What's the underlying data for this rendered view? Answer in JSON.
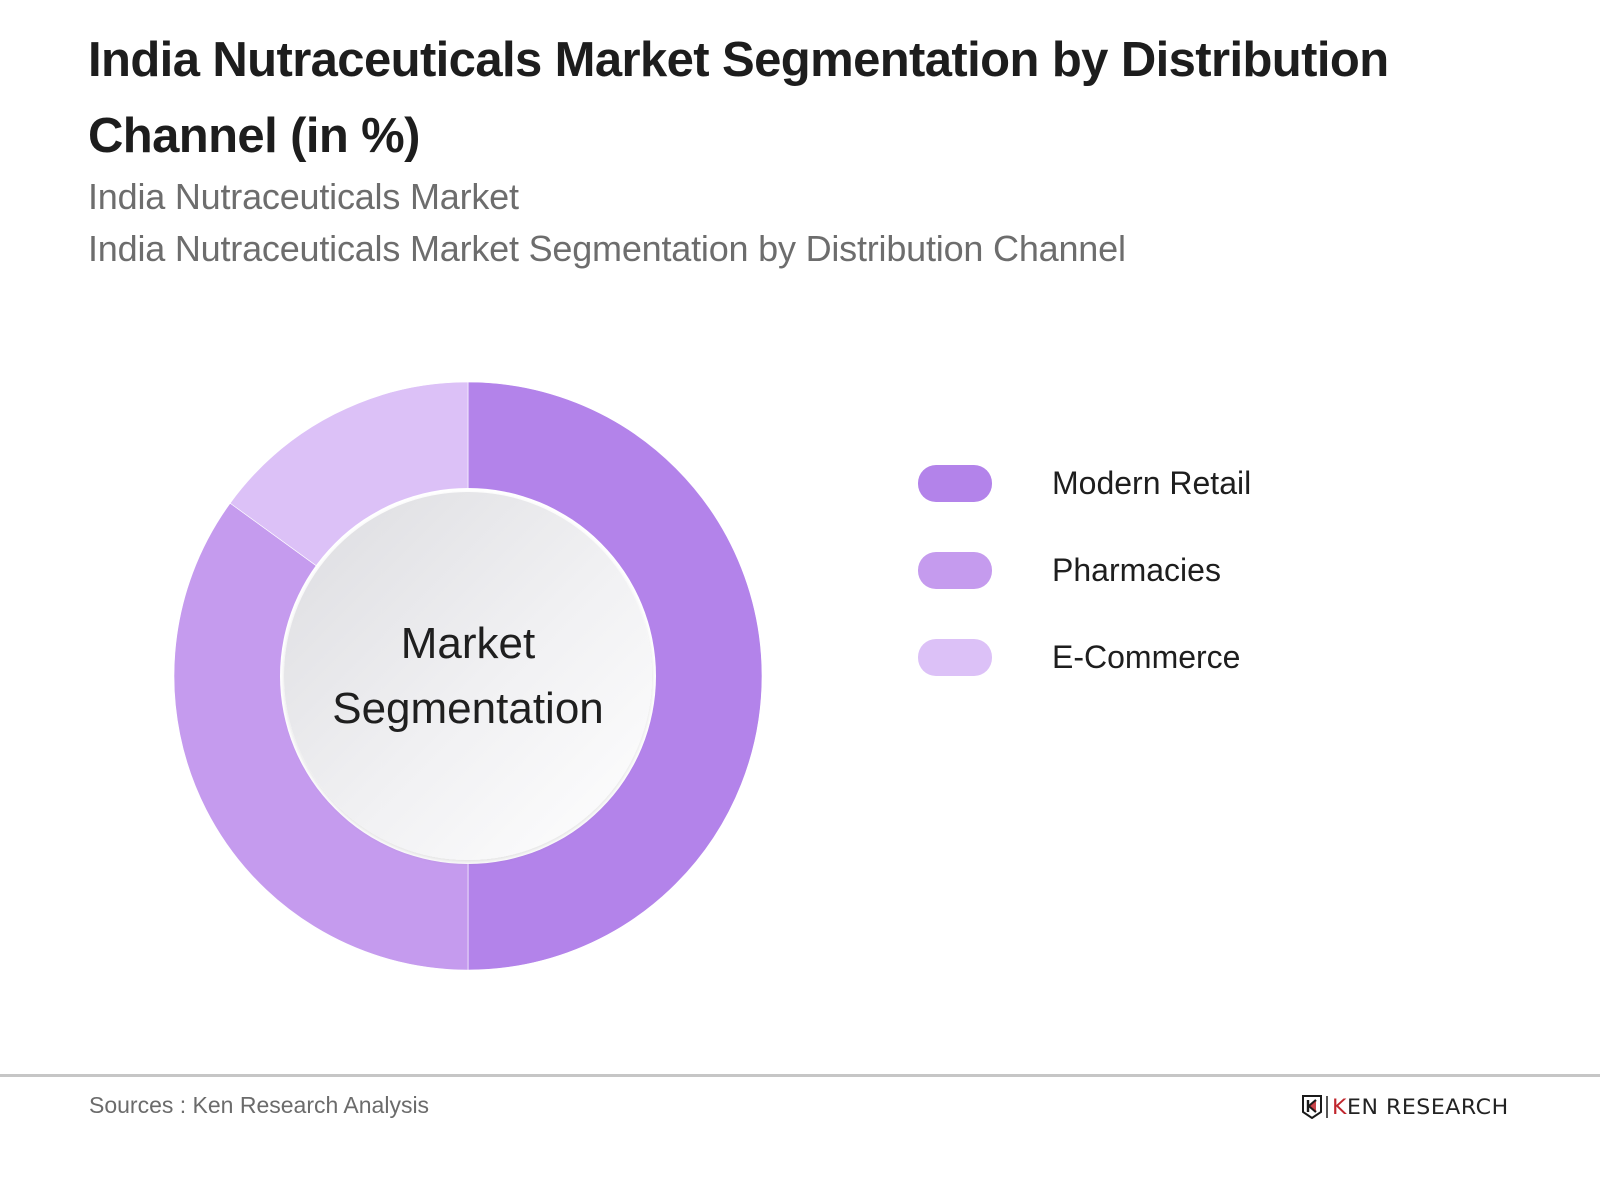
{
  "header": {
    "title": "India Nutraceuticals Market Segmentation by Distribution Channel (in %)",
    "subtitle_1": "India Nutraceuticals Market",
    "subtitle_2": "India Nutraceuticals Market Segmentation by Distribution Channel"
  },
  "donut": {
    "center_line_1": "Market",
    "center_line_2": "Segmentation"
  },
  "legend": {
    "items": [
      {
        "label": "Modern Retail",
        "color": "#b383ea"
      },
      {
        "label": "Pharmacies",
        "color": "#c59bee"
      },
      {
        "label": "E-Commerce",
        "color": "#dcc1f7"
      }
    ]
  },
  "footer": {
    "sources": "Sources : Ken Research Analysis",
    "logo_k": "K",
    "logo_rest": "EN RESEARCH"
  },
  "chart_data": {
    "type": "pie",
    "variant": "donut",
    "title": "India Nutraceuticals Market Segmentation by Distribution Channel (in %)",
    "subtitle": [
      "India Nutraceuticals Market",
      "India Nutraceuticals Market Segmentation by Distribution Channel"
    ],
    "center_label": "Market Segmentation",
    "categories": [
      "Modern Retail",
      "Pharmacies",
      "E-Commerce"
    ],
    "values": [
      50,
      35,
      15
    ],
    "colors": [
      "#b383ea",
      "#c59bee",
      "#dcc1f7"
    ],
    "unit": "%",
    "start_angle_deg": 0,
    "direction": "clockwise",
    "legend_position": "right",
    "data_labels_shown": false,
    "source": "Sources : Ken Research Analysis"
  }
}
